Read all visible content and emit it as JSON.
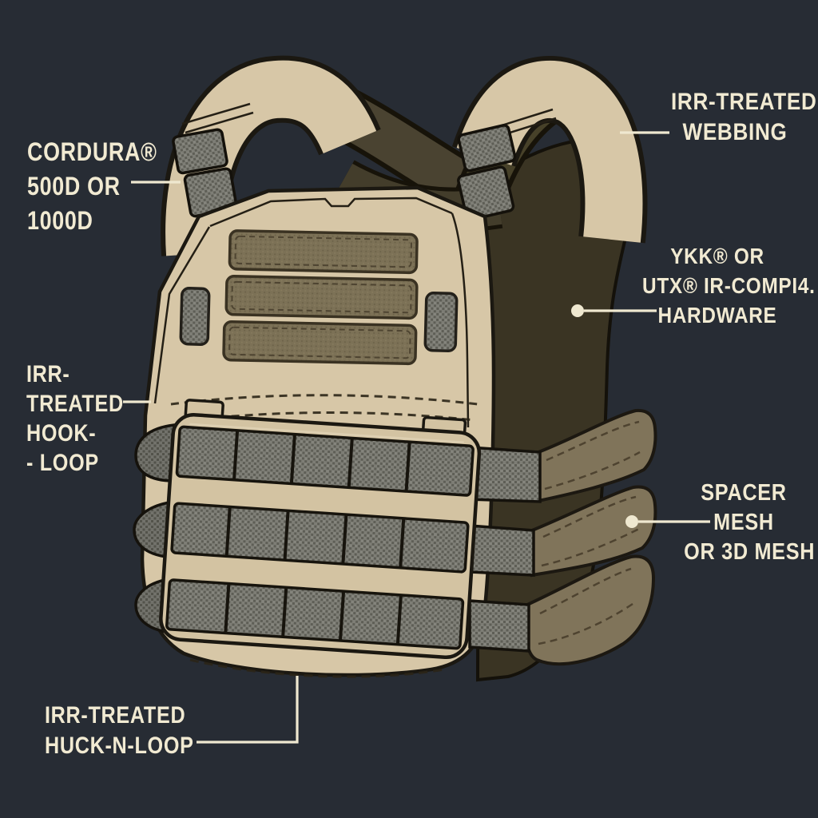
{
  "diagram": {
    "subject": "tactical plate carrier vest material callout diagram",
    "style": "flat technical illustration on dark background",
    "colors": {
      "background": "#272c34",
      "label_text": "#f1ead2",
      "leader_line": "#efe8d0",
      "vest_tan": "#d7c7a7",
      "molle_panel_tan": "#d3c3a2",
      "webbing_gray": "#7e7e76",
      "hookloop_olive": "#7c7156",
      "cummerbund_olive": "#80745a",
      "back_panel_dark": "#3a3423",
      "outline_dark": "#1b1811"
    }
  },
  "labels": {
    "cordura": {
      "lines": [
        "CORDURA®",
        "500D OR",
        "1000D"
      ]
    },
    "webbing": {
      "lines": [
        "IRR-TREATED",
        "WEBBING"
      ]
    },
    "hardware": {
      "lines": [
        "YKK® OR",
        "UTX® IR-COMPI4.",
        "HARDWARE"
      ]
    },
    "hook_loop": {
      "lines": [
        "IRR-",
        "TREATED",
        "HOOK-",
        "- LOOP"
      ]
    },
    "spacer_mesh": {
      "lines": [
        "SPACER",
        "MESH",
        "OR 3D MESH"
      ]
    },
    "huck_n_loop": {
      "lines": [
        "IRR-TREATED",
        "HUCK-N-LOOP"
      ]
    }
  }
}
